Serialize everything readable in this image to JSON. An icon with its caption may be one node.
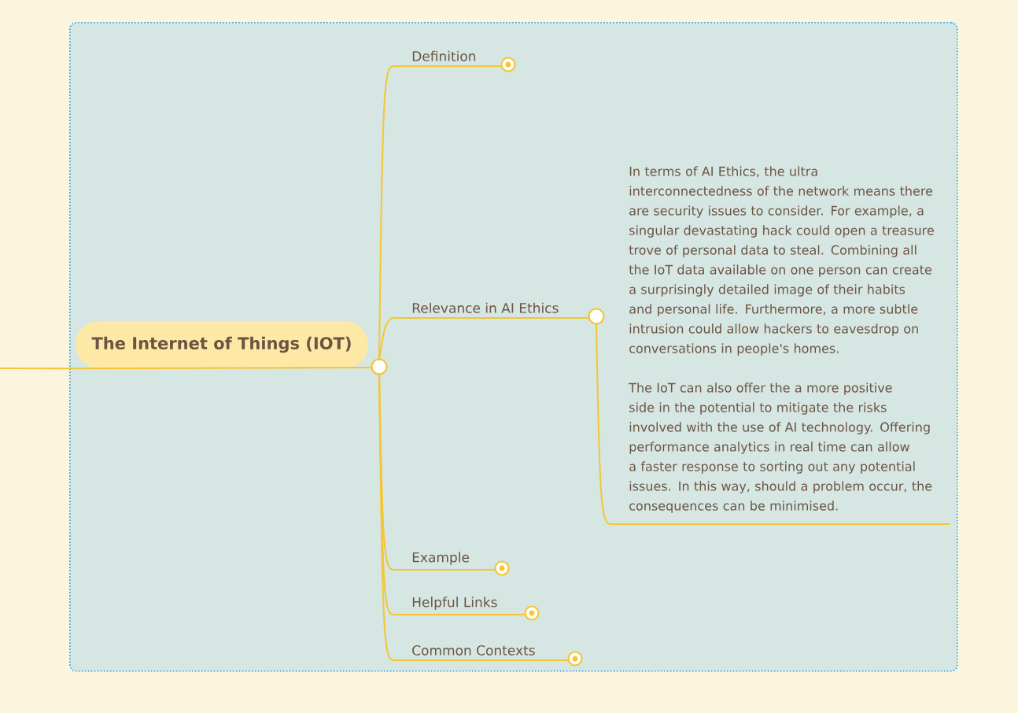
{
  "diagram": {
    "nodes": [
      {
        "text": [],
        "shape": "box"
      },
      {
        "text": [
          "The Internet of Things (IOT)"
        ],
        "in": 0
      },
      {
        "text": [
          "Definition"
        ],
        "in": 0
      },
      {
        "text": [
          "Relevance in AI Ethics"
        ],
        "in": 0
      },
      {
        "text": [
          "In terms of AI Ethics, the ultra interconnectedness of the network means there are security issues to consider. For example, a singular devastating hack could open a treasure trove of personal data to steal. Combining all the IoT data available on one person can create a surprisingly detailed image of their habits and personal life. Furthermore, a more subtle intrusion could allow hackers to eavesdrop on conversations in people's homes.",
          "The IoT can also offer the a more positive side in the potential to mitigate the risks involved with the use of AI technology. Offering performance analytics in real time can allow a faster response to sorting out any potential issues. In this way, should a problem occur, the consequences can be minimised."
        ],
        "in": 0
      },
      {
        "text": [
          "Example"
        ],
        "in": 0
      },
      {
        "text": [
          "Helpful Links"
        ],
        "in": 0
      },
      {
        "text": [
          "Common Contexts"
        ],
        "in": 0
      }
    ],
    "edges": [
      {
        "from": null,
        "to": 1,
        "arrow": "none"
      },
      {
        "from": 1,
        "to": 2,
        "arrow": "none"
      },
      {
        "from": 1,
        "to": 3,
        "arrow": "none"
      },
      {
        "from": 3,
        "to": 4,
        "arrow": "none"
      },
      {
        "from": 1,
        "to": 5,
        "arrow": "none"
      },
      {
        "from": 1,
        "to": 6,
        "arrow": "none"
      },
      {
        "from": 1,
        "to": 7,
        "arrow": "none"
      }
    ]
  }
}
